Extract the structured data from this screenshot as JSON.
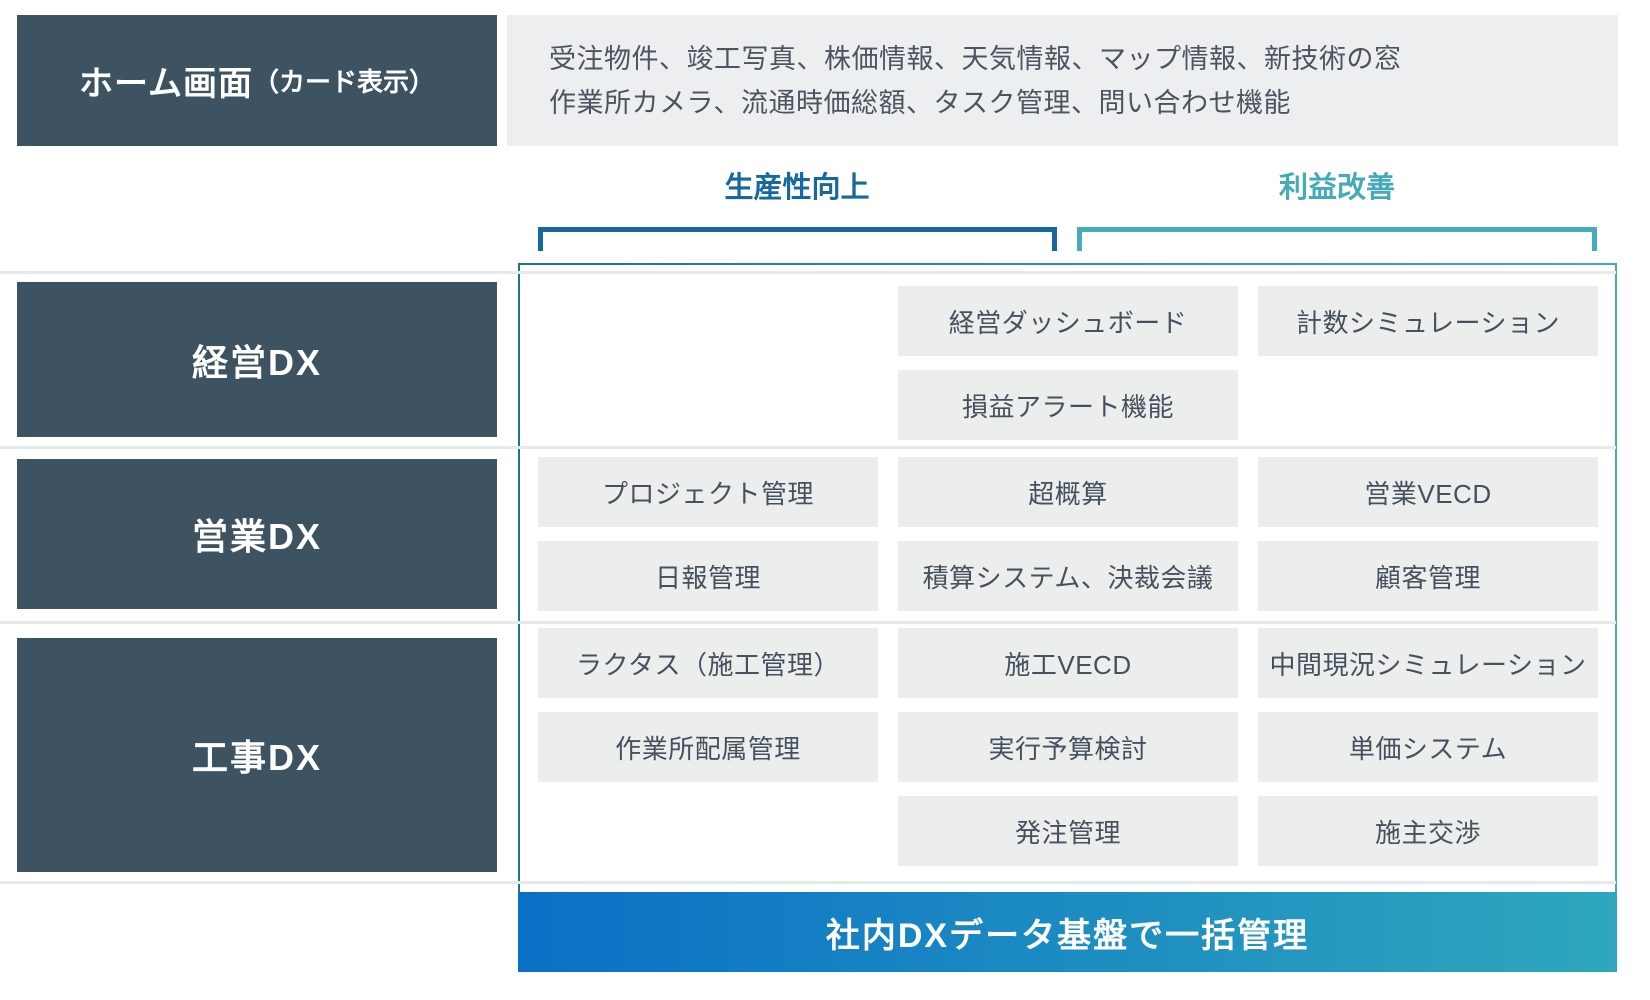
{
  "header": {
    "home_title": "ホーム画面",
    "home_subtitle": "（カード表示）",
    "features_line1": "受注物件、竣工写真、株価情報、天気情報、マップ情報、新技術の窓",
    "features_line2": "作業所カメラ、流通時価総額、タスク管理、問い合わせ機能"
  },
  "column_groups": [
    {
      "label": "生産性向上",
      "color": "#16699f"
    },
    {
      "label": "利益改善",
      "color": "#43abb7"
    }
  ],
  "rows": [
    {
      "label": "経営DX",
      "cells": [
        [
          "",
          "経営ダッシュボード",
          "計数シミュレーション"
        ],
        [
          "",
          "損益アラート機能",
          ""
        ]
      ]
    },
    {
      "label": "営業DX",
      "cells": [
        [
          "プロジェクト管理",
          "超概算",
          "営業VECD"
        ],
        [
          "日報管理",
          "積算システム、決裁会議",
          "顧客管理"
        ]
      ]
    },
    {
      "label": "工事DX",
      "cells": [
        [
          "ラクタス（施工管理）",
          "施工VECD",
          "中間現況シミュレーション"
        ],
        [
          "作業所配属管理",
          "実行予算検討",
          "単価システム"
        ],
        [
          "",
          "発注管理",
          "施主交渉"
        ]
      ]
    }
  ],
  "footer": {
    "label": "社内DXデータ基盤で一括管理"
  },
  "colors": {
    "dark_slate": "#3e5362",
    "light_gray_box": "#edeeef",
    "cell_gray": "#eceeee",
    "productivity_blue": "#16699f",
    "profit_teal": "#43abb7",
    "banner_gradient_start": "#0a70c6",
    "banner_gradient_end": "#2fa7bd"
  }
}
